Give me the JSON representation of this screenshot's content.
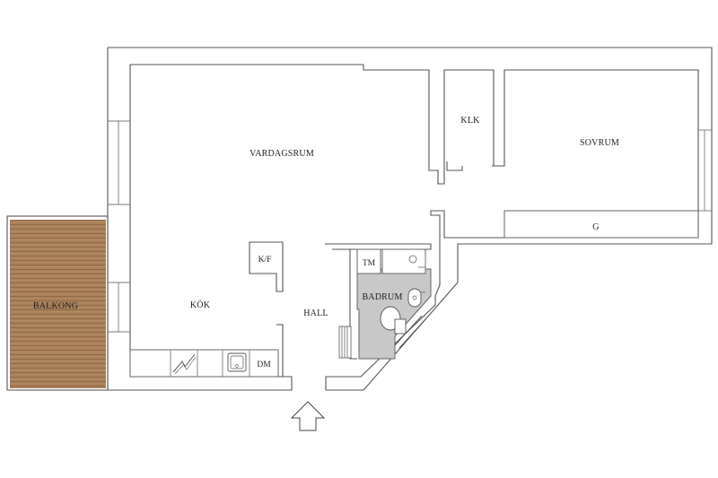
{
  "rooms": {
    "vardagsrum": "VARDAGSRUM",
    "klk": "KLK",
    "sovrum": "SOVRUM",
    "g": "G",
    "kf": "K/F",
    "tm": "TM",
    "badrum": "BADRUM",
    "hall": "HALL",
    "kok": "KÖK",
    "dm": "DM",
    "balkong": "BALKONG"
  },
  "colors": {
    "wall": "#555555",
    "balcony": "#a57a55",
    "bathroom": "#c8c8c8"
  },
  "icons": {
    "entrance": "entrance-arrow-icon",
    "stove": "stove-icon",
    "sink": "sink-icon",
    "toilet": "toilet-icon",
    "bathroom_sink": "bathroom-sink-icon",
    "radiator": "radiator-icon"
  }
}
